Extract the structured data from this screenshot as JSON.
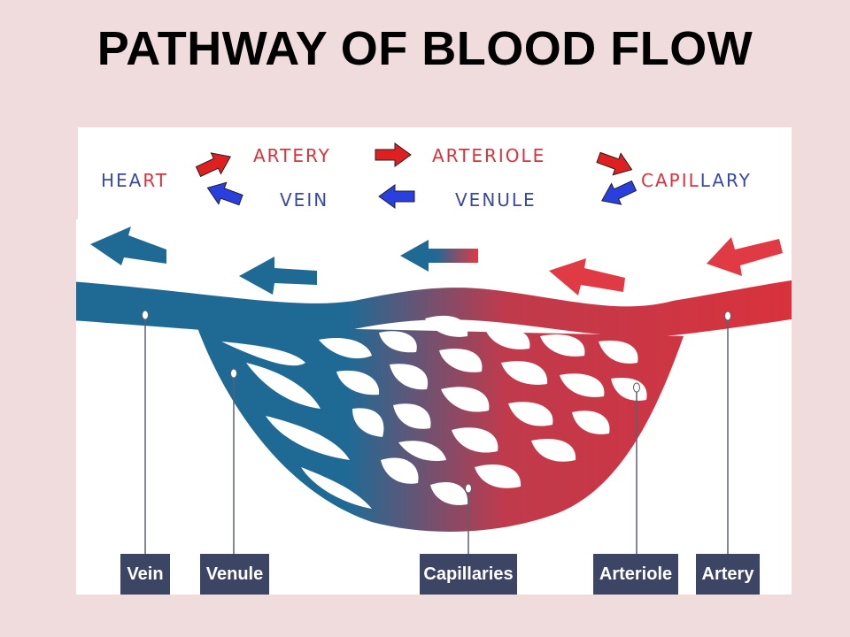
{
  "title": "PATHWAY OF BLOOD FLOW",
  "flow": {
    "heart_a": "HEA",
    "heart_b": "RT",
    "artery": "ARTERY",
    "arteriole": "ARTERIOLE",
    "capillary_a": "CAPIL",
    "capillary_b": "LARY",
    "vein": "VEIN",
    "venule": "VENULE"
  },
  "labels": {
    "vein": "Vein",
    "venule": "Venule",
    "capillaries": "Capillaries",
    "arteriole": "Arteriole",
    "artery": "Artery"
  },
  "colors": {
    "oxygenated": "#d8323c",
    "deoxygenated": "#1f6a95",
    "label_box": "#3c4564",
    "background": "#f0dcdc"
  }
}
